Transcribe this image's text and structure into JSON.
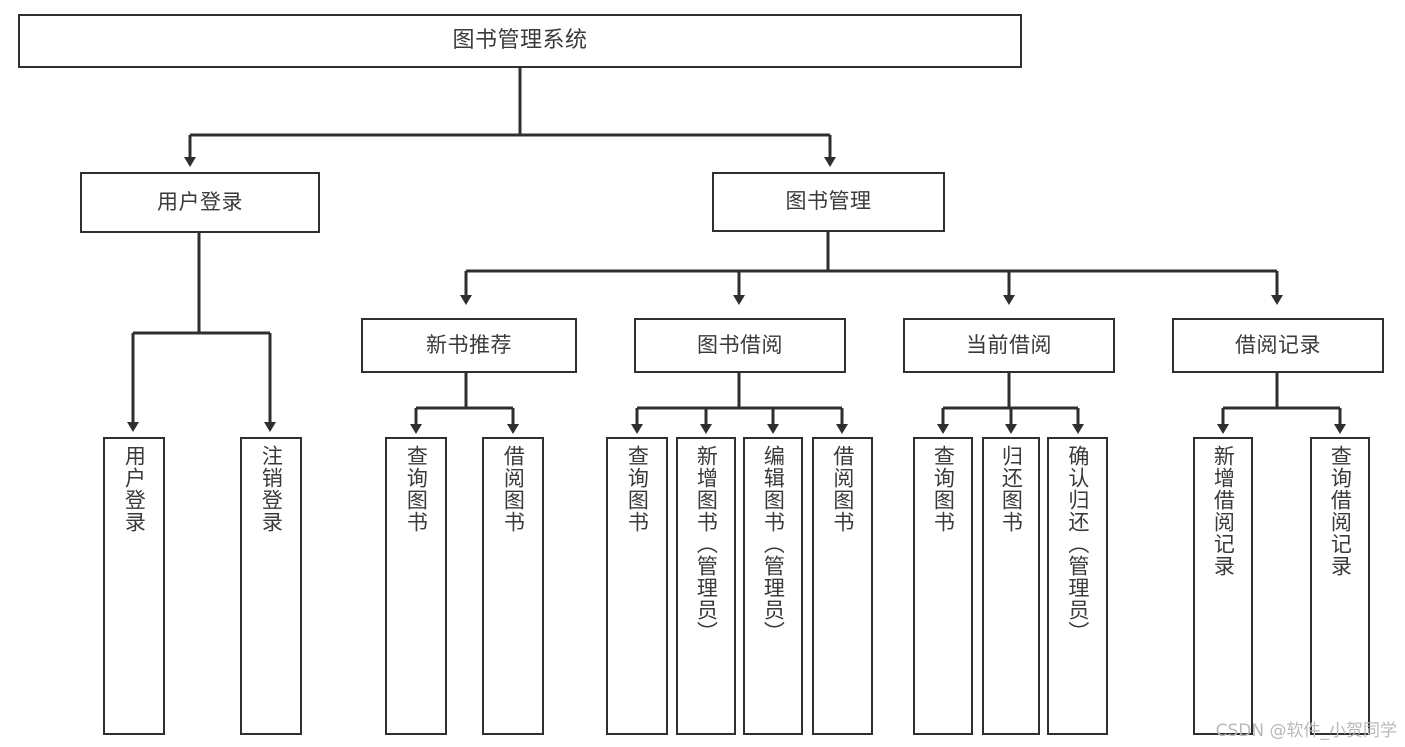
{
  "diagram": {
    "title": "图书管理系统",
    "type": "functional-structure-tree",
    "orientation": "top-down",
    "watermark": "CSDN @软件_小贺同学",
    "style": {
      "background": "#ffffff",
      "node_border": "#2f2f2f",
      "node_fill": "#ffffff",
      "text_color": "#3a3a3a",
      "edge_color": "#2f2f2f",
      "watermark_color": "#b9b9b9"
    }
  },
  "nodes": {
    "root": {
      "label": "图书管理系统",
      "level": 0
    },
    "level1": [
      {
        "id": "user-login",
        "label": "用户登录"
      },
      {
        "id": "book-manage",
        "label": "图书管理"
      }
    ],
    "level2": [
      {
        "id": "new-book-recommend",
        "label": "新书推荐",
        "parent": "book-manage"
      },
      {
        "id": "book-borrow",
        "label": "图书借阅",
        "parent": "book-manage"
      },
      {
        "id": "current-borrow",
        "label": "当前借阅",
        "parent": "book-manage"
      },
      {
        "id": "borrow-record",
        "label": "借阅记录",
        "parent": "book-manage"
      }
    ],
    "leaves": {
      "user-login": [
        {
          "id": "leaf-user-login",
          "label": "用户登录"
        },
        {
          "id": "leaf-logout-login",
          "label": "注销登录"
        }
      ],
      "new-book-recommend": [
        {
          "id": "leaf-query-book-1",
          "label": "查询图书"
        },
        {
          "id": "leaf-borrow-book-1",
          "label": "借阅图书"
        }
      ],
      "book-borrow": [
        {
          "id": "leaf-query-book-2",
          "label": "查询图书"
        },
        {
          "id": "leaf-add-book",
          "label": "新增图书（管理员）"
        },
        {
          "id": "leaf-edit-book",
          "label": "编辑图书（管理员）"
        },
        {
          "id": "leaf-borrow-book-2",
          "label": "借阅图书"
        }
      ],
      "current-borrow": [
        {
          "id": "leaf-query-book-3",
          "label": "查询图书"
        },
        {
          "id": "leaf-return-book",
          "label": "归还图书"
        },
        {
          "id": "leaf-confirm-return",
          "label": "确认归还（管理员）"
        }
      ],
      "borrow-record": [
        {
          "id": "leaf-add-record",
          "label": "新增借阅记录"
        },
        {
          "id": "leaf-query-record",
          "label": "查询借阅记录"
        }
      ]
    }
  }
}
